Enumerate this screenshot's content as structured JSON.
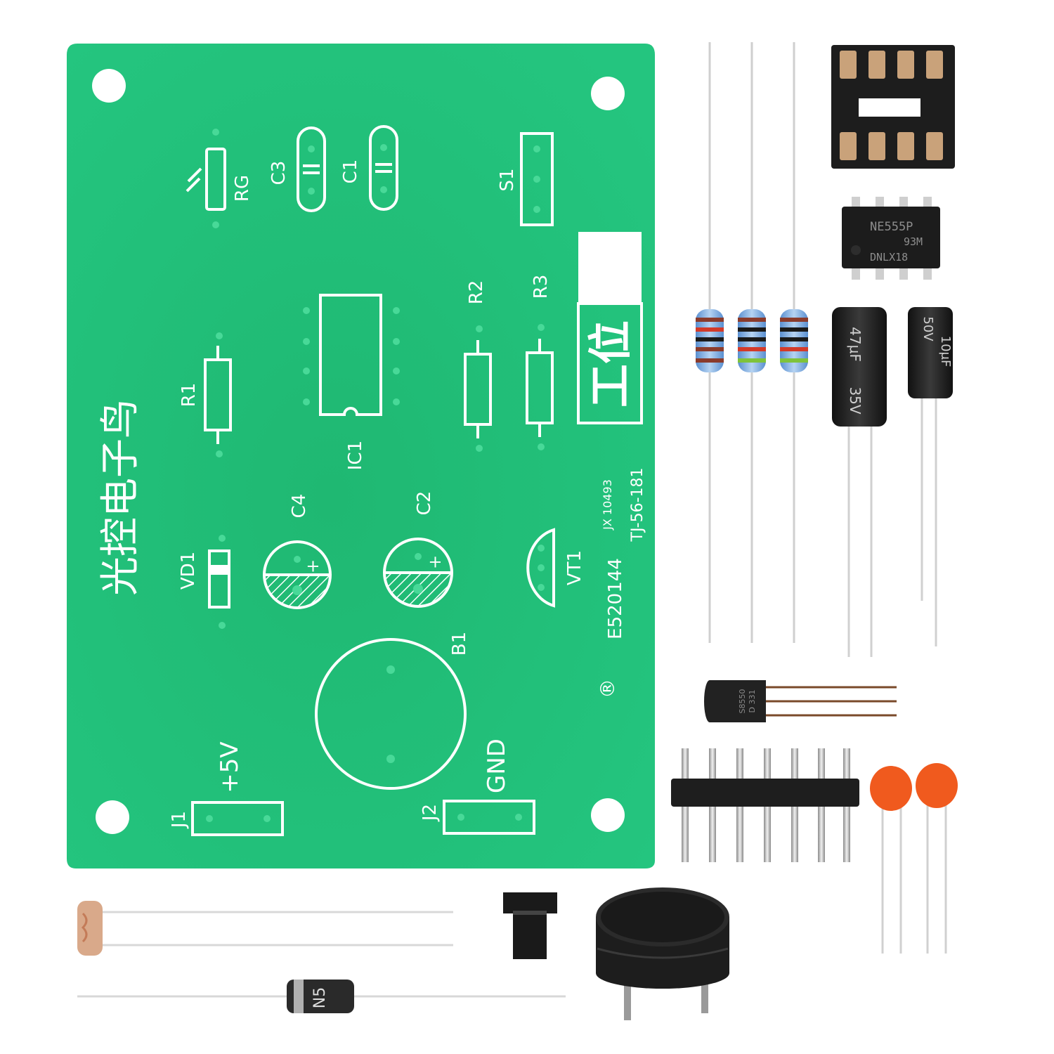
{
  "pcb": {
    "title": "光控电子鸟",
    "work_mark": "工位",
    "cert_code": "E520144",
    "jx_code": "JX 10493",
    "tj_code": "TJ-56-181",
    "rohs_mark": "®",
    "labels": {
      "rg": "RG",
      "c3": "C3",
      "c1": "C1",
      "s1": "S1",
      "r1": "R1",
      "ic1": "IC1",
      "r2": "R2",
      "r3": "R3",
      "c4": "C4",
      "c2": "C2",
      "vd1": "VD1",
      "vt1": "VT1",
      "b1": "B1",
      "j1": "J1",
      "j2": "J2",
      "plus5v": "+5V",
      "gnd": "GND",
      "plus": "+"
    }
  },
  "chip": {
    "line1": "NE555P",
    "line2": "93M",
    "line3": "DNLX18"
  },
  "cap47": {
    "value": "47μF",
    "voltage": "35V"
  },
  "cap10": {
    "value": "10μF",
    "voltage": "50V"
  },
  "transistor": {
    "line1": "S8550",
    "line2": "D 331"
  },
  "diode": {
    "marking": "N5"
  },
  "colors": {
    "pcb_green": "#1fbf78",
    "silkscreen": "#ffffff",
    "component_black": "#1c1c1c",
    "ceramic_orange": "#f05a1e"
  }
}
